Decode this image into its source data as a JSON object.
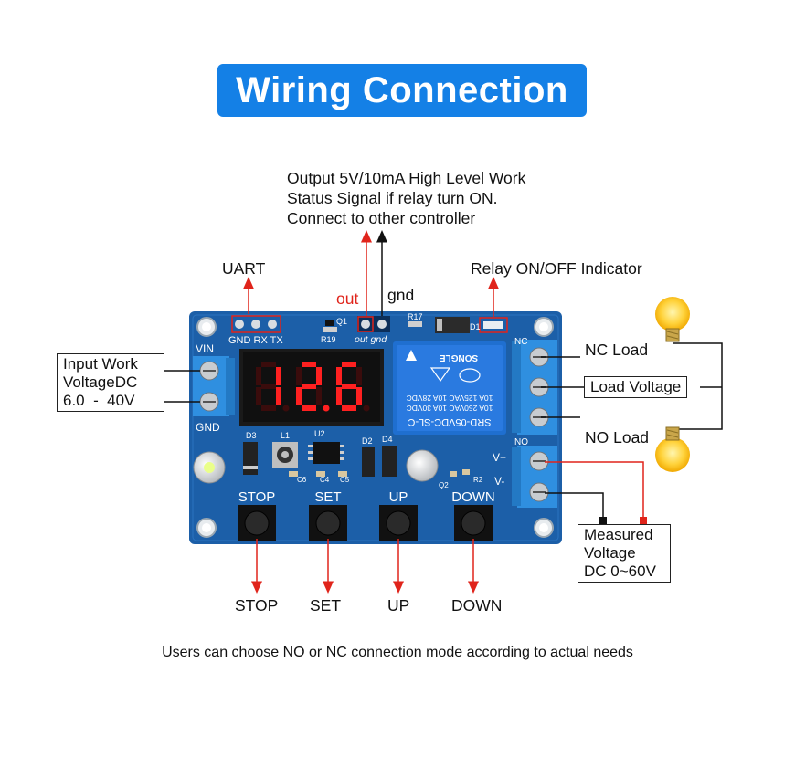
{
  "title": "Wiring Connection",
  "output_signal": {
    "line1": "Output 5V/10mA High Level Work",
    "line2": "Status Signal if relay turn ON.",
    "line3": "Connect to other controller"
  },
  "labels": {
    "uart": "UART",
    "out": "out",
    "gnd": "gnd",
    "relay_indicator": "Relay ON/OFF Indicator",
    "nc_load": "NC Load",
    "no_load": "NO Load"
  },
  "boxes": {
    "input_work": [
      "Input Work",
      "VoltageDC",
      "6.0  -  40V"
    ],
    "load_voltage": "Load Voltage",
    "measured": [
      "Measured",
      "Voltage",
      "DC 0~60V"
    ]
  },
  "buttons": {
    "stop": "STOP",
    "set": "SET",
    "up": "UP",
    "down": "DOWN"
  },
  "pcb": {
    "display": "12.6",
    "vin": "VIN",
    "gnd": "GND",
    "nc": "NC",
    "no": "NO",
    "v_plus": "V+",
    "v_minus": "V-",
    "header": "GND RX TX",
    "out_gnd": "out  gnd",
    "relay_model": "SRD-05VDC-SL-C",
    "relay_specs": [
      "10A 250VAC  10A 30VDC",
      "10A 125VAC  10A 28VDC"
    ],
    "relay_brand": "SONGLE",
    "components": [
      "Q1",
      "R19",
      "R17",
      "D1",
      "D3",
      "L1",
      "U2",
      "D2",
      "D4",
      "C6",
      "C4",
      "C5",
      "Q2",
      "R2"
    ]
  },
  "footer_note": "Users can choose NO or NC connection mode according to actual needs",
  "colors": {
    "title_bg": "#1480e6",
    "pcb": "#1c5fa8",
    "terminal": "#2f8fe0",
    "display_red": "#ff2020",
    "arrow_red": "#e0241b"
  }
}
